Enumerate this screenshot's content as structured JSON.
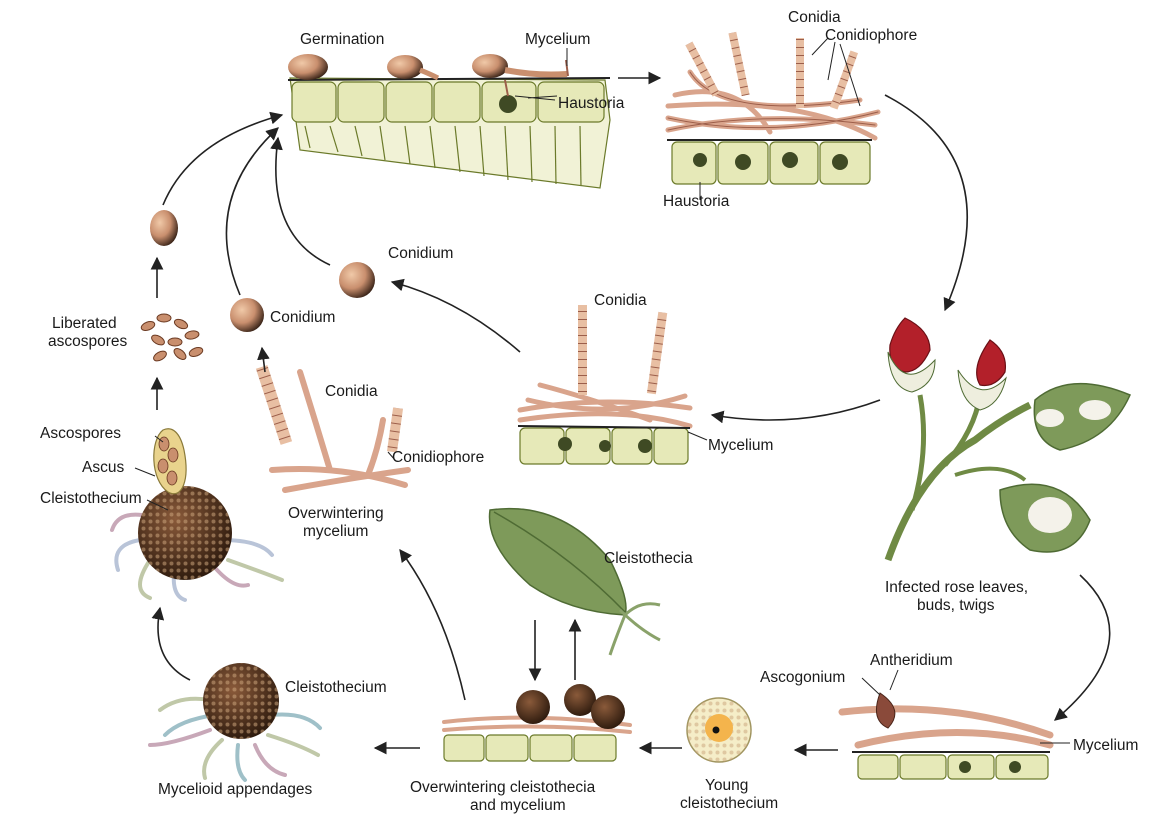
{
  "labels": {
    "germination": "Germination",
    "mycelium_top": "Mycelium",
    "haustoria_top": "Haustoria",
    "conidia_top": "Conidia",
    "conidiophore_top": "Conidiophore",
    "haustoria_right": "Haustoria",
    "conidium_center": "Conidium",
    "conidia_center": "Conidia",
    "mycelium_center": "Mycelium",
    "liberated_1": "Liberated",
    "liberated_2": "ascospores",
    "conidium_left": "Conidium",
    "conidia_left": "Conidia",
    "conidiophore_left": "Conidiophore",
    "overwintering_myc_1": "Overwintering",
    "overwintering_myc_2": "mycelium",
    "ascospores": "Ascospores",
    "ascus": "Ascus",
    "cleistothecium_left": "Cleistothecium",
    "cleistothecia_leaf": "Cleistothecia",
    "infected_1": "Infected rose leaves,",
    "infected_2": "buds, twigs",
    "ascogonium": "Ascogonium",
    "antheridium": "Antheridium",
    "mycelium_bottom": "Mycelium",
    "cleistothecium_bottom": "Cleistothecium",
    "mycelioid": "Mycelioid appendages",
    "overwintering_cl_1": "Overwintering cleistothecia",
    "overwintering_cl_2": "and mycelium",
    "young_1": "Young",
    "young_2": "cleistothecium"
  },
  "colors": {
    "cell_fill": "#e6e9b8",
    "cell_stroke": "#6b7a2a",
    "hypha": "#d9a48c",
    "hypha_edge": "#9c5e4a",
    "spore": "#c98f6e",
    "spore_dark": "#3a2418",
    "leaf": "#7e9a5a",
    "leaf_dark": "#4f6b34",
    "bud_red": "#b3202a",
    "cleisto": "#4a3020"
  }
}
